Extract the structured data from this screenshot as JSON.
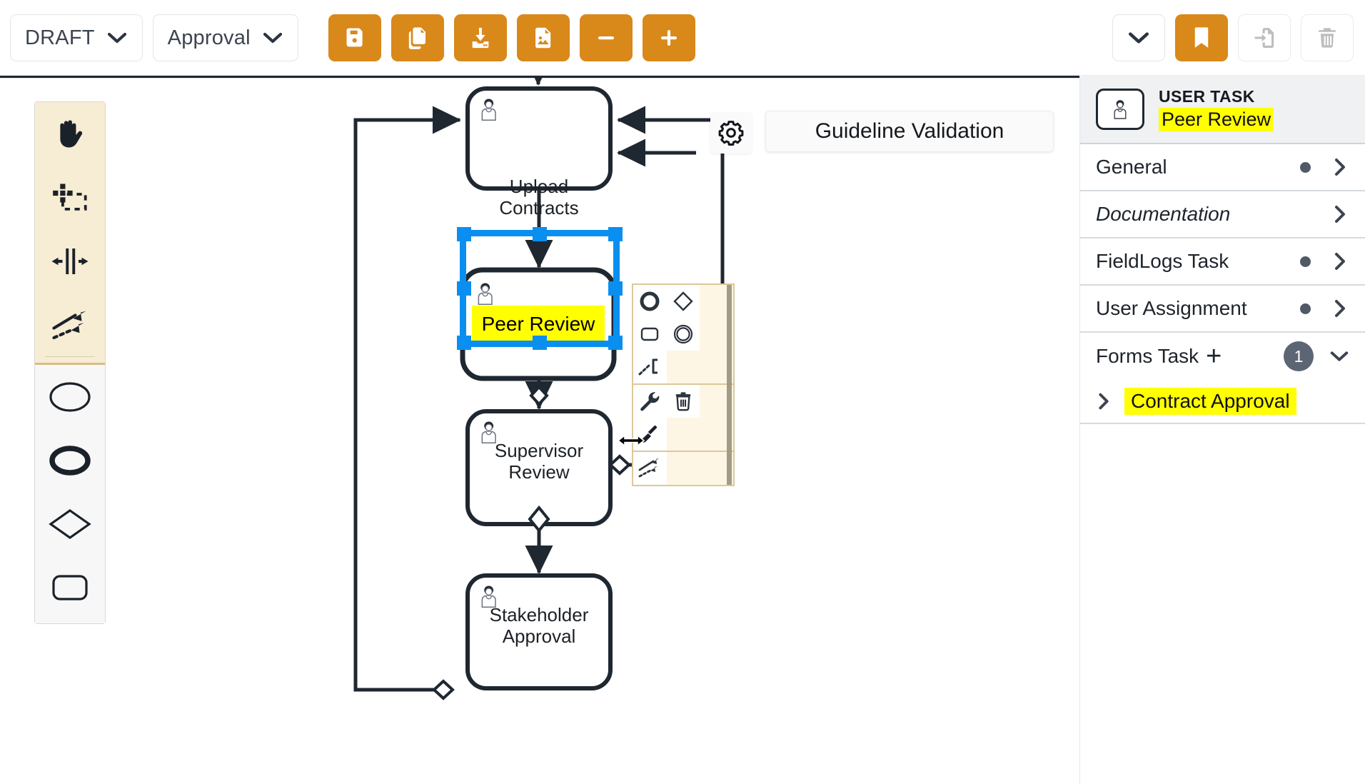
{
  "toolbar": {
    "status_select": {
      "value": "DRAFT",
      "icon": "chevron-down-icon"
    },
    "process_select": {
      "value": "Approval",
      "icon": "chevron-down-icon"
    },
    "buttons": [
      {
        "name": "save-button",
        "icon": "save-floppy-icon",
        "style": "orange"
      },
      {
        "name": "duplicate-button",
        "icon": "copy-pages-icon",
        "style": "orange"
      },
      {
        "name": "download-button",
        "icon": "download-tray-icon",
        "style": "orange"
      },
      {
        "name": "export-image-button",
        "icon": "file-image-icon",
        "style": "orange"
      },
      {
        "name": "zoom-out-button",
        "icon": "minus-icon",
        "style": "orange"
      },
      {
        "name": "zoom-in-button",
        "icon": "plus-icon",
        "style": "orange"
      }
    ],
    "right_buttons": [
      {
        "name": "more-menu-button",
        "icon": "chevron-down-icon",
        "style": "ghost"
      },
      {
        "name": "bookmark-button",
        "icon": "bookmark-icon",
        "style": "orange"
      },
      {
        "name": "import-button",
        "icon": "import-file-icon",
        "style": "plain"
      },
      {
        "name": "delete-button",
        "icon": "trash-icon",
        "style": "plain"
      }
    ]
  },
  "palette": {
    "tools": [
      {
        "name": "hand-tool",
        "icon": "hand-icon"
      },
      {
        "name": "lasso-tool",
        "icon": "lasso-select-icon"
      },
      {
        "name": "space-tool",
        "icon": "space-tool-icon"
      },
      {
        "name": "connect-tool",
        "icon": "connect-arrows-icon"
      }
    ],
    "shapes": [
      {
        "name": "start-event-tool",
        "icon": "circle-thin-icon"
      },
      {
        "name": "end-event-tool",
        "icon": "circle-thick-icon"
      },
      {
        "name": "gateway-tool",
        "icon": "diamond-icon"
      },
      {
        "name": "task-tool",
        "icon": "rounded-rect-icon"
      }
    ]
  },
  "canvas": {
    "gear_icon": "gear-icon",
    "annotation_chip": "Guideline Validation",
    "nodes": [
      {
        "id": "upload",
        "label": "Upload\nContracts",
        "line1": "Upload",
        "line2": "Contracts",
        "type": "user-task"
      },
      {
        "id": "peer",
        "label": "Peer Review",
        "line1": "Peer Review",
        "line2": "",
        "type": "user-task",
        "selected": true,
        "highlighted": true
      },
      {
        "id": "supervisor",
        "label": "Supervisor\nReview",
        "line1": "Supervisor",
        "line2": "Review",
        "type": "user-task"
      },
      {
        "id": "stakeholder",
        "label": "Stakeholder\nApproval",
        "line1": "Stakeholder",
        "line2": "Approval",
        "type": "user-task"
      }
    ],
    "context_pad": {
      "sections": [
        [
          [
            "end-event-icon",
            "gateway-diamond-icon"
          ],
          [
            "task-rect-icon",
            "intermediate-event-icon"
          ],
          [
            "append-text-annotation-icon",
            null
          ]
        ],
        [
          [
            "wrench-icon",
            "trash-icon"
          ],
          [
            "paintbrush-icon",
            null
          ]
        ],
        [
          [
            "connect-arrows-icon",
            null
          ]
        ]
      ]
    }
  },
  "properties": {
    "header": {
      "kind": "USER TASK",
      "name": "Peer Review",
      "icon": "user-task-icon"
    },
    "rows": [
      {
        "label": "General",
        "dot": true,
        "chevron": "chevron-right-icon",
        "italic": false
      },
      {
        "label": "Documentation",
        "dot": false,
        "chevron": "chevron-right-icon",
        "italic": true
      },
      {
        "label": "FieldLogs Task",
        "dot": true,
        "chevron": "chevron-right-icon",
        "italic": false
      },
      {
        "label": "User Assignment",
        "dot": true,
        "chevron": "chevron-right-icon",
        "italic": false
      }
    ],
    "forms_section": {
      "label": "Forms Task",
      "add_icon": "plus-icon",
      "count": "1",
      "chevron": "chevron-down-icon",
      "items": [
        {
          "label": "Contract Approval",
          "chevron": "chevron-right-icon",
          "highlighted": true
        }
      ]
    }
  },
  "colors": {
    "accent_orange": "#d9881a",
    "selection_blue": "#0a8ff0",
    "highlight_yellow": "#ffff00",
    "context_pad_bg": "#fdf6e4",
    "context_pad_border": "#dcc89a",
    "palette_tool_bg": "#f7ecd4",
    "stroke_dark": "#1f2730"
  }
}
